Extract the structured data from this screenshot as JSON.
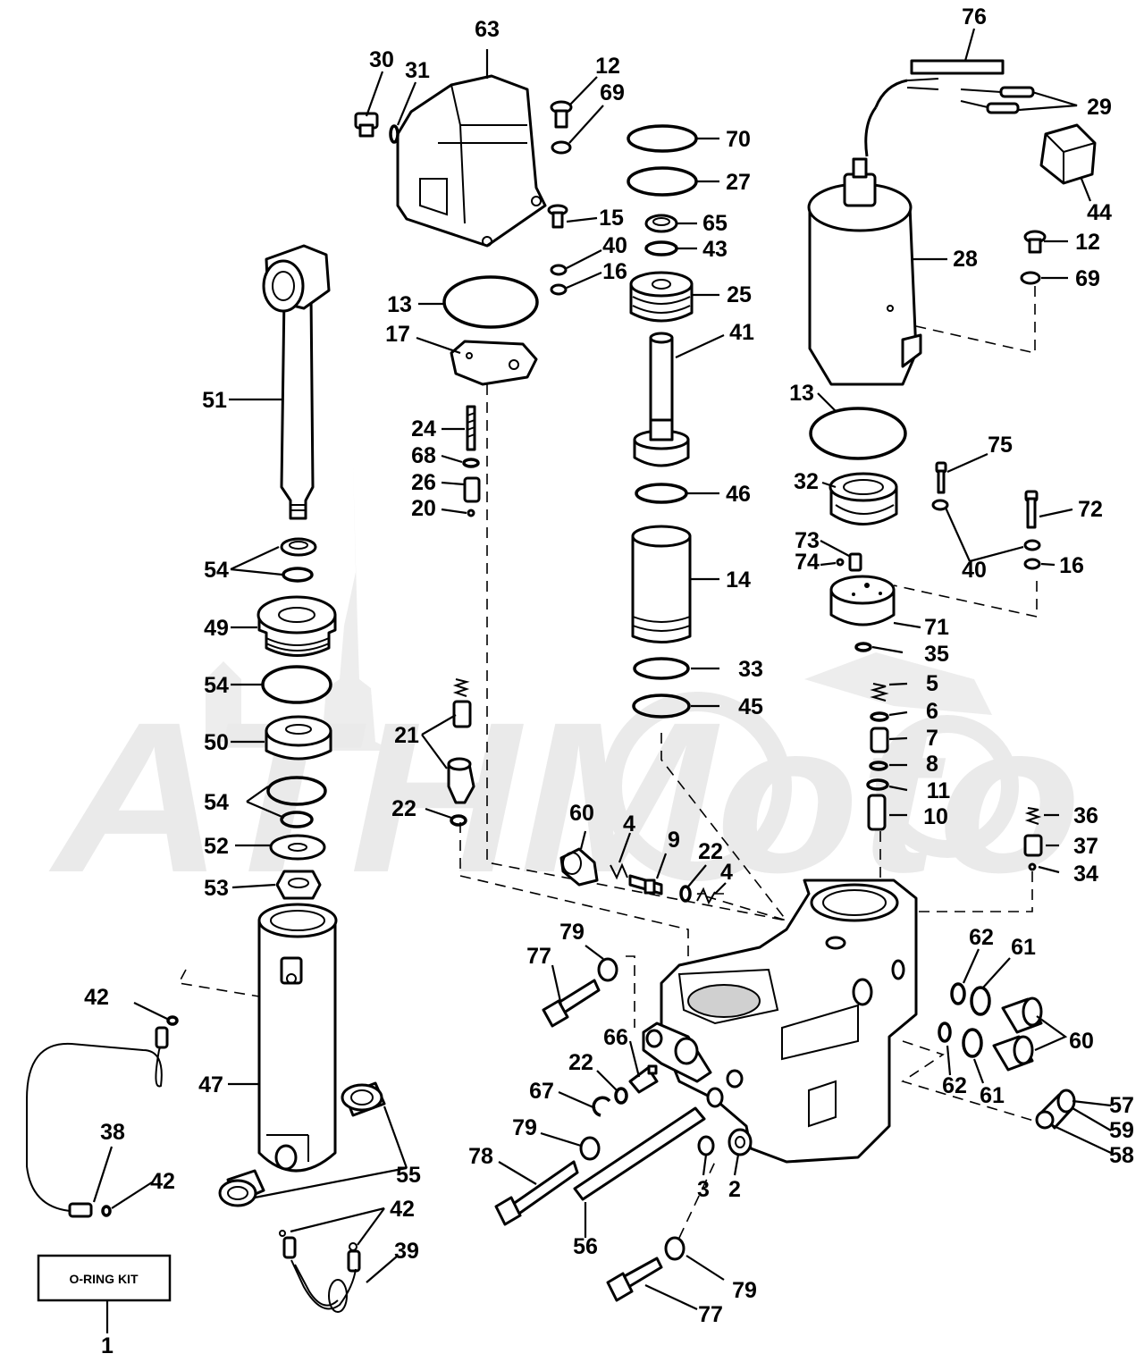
{
  "watermark": {
    "text": "ATHMoto",
    "color": "#e6e6e6"
  },
  "kit_box": {
    "label": "O-RING KIT",
    "callout": "1"
  },
  "callouts": [
    "63",
    "30",
    "31",
    "12",
    "69",
    "70",
    "27",
    "76",
    "29",
    "44",
    "15",
    "40",
    "16",
    "65",
    "43",
    "28",
    "13",
    "25",
    "12",
    "69",
    "17",
    "41",
    "51",
    "13",
    "24",
    "68",
    "26",
    "75",
    "32",
    "46",
    "20",
    "72",
    "54",
    "73",
    "74",
    "40",
    "16",
    "14",
    "49",
    "71",
    "35",
    "54",
    "33",
    "45",
    "5",
    "21",
    "6",
    "50",
    "7",
    "8",
    "11",
    "54",
    "22",
    "60",
    "4",
    "9",
    "10",
    "36",
    "22",
    "4",
    "37",
    "52",
    "34",
    "53",
    "62",
    "61",
    "79",
    "77",
    "42",
    "66",
    "60",
    "22",
    "47",
    "67",
    "62",
    "61",
    "57",
    "79",
    "59",
    "38",
    "58",
    "42",
    "78",
    "3",
    "2",
    "55",
    "56",
    "42",
    "39",
    "79",
    "77"
  ]
}
